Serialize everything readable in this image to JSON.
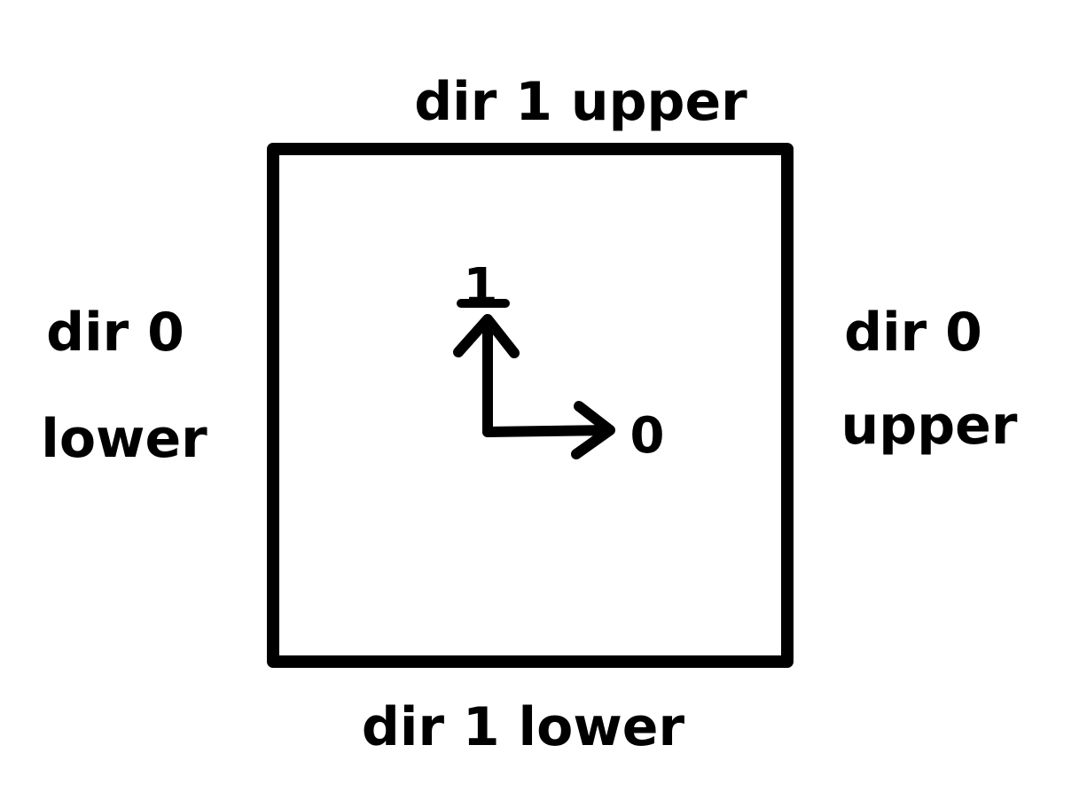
{
  "labels": {
    "top": "dir 1 upper",
    "bottom": "dir 1 lower",
    "left_line1": "dir 0",
    "left_line2": "lower",
    "right_line1": "dir 0",
    "right_line2": "upper"
  },
  "axes": {
    "up_label": "1",
    "right_label": "0"
  },
  "colors": {
    "ink": "#000000",
    "background": "#ffffff"
  }
}
